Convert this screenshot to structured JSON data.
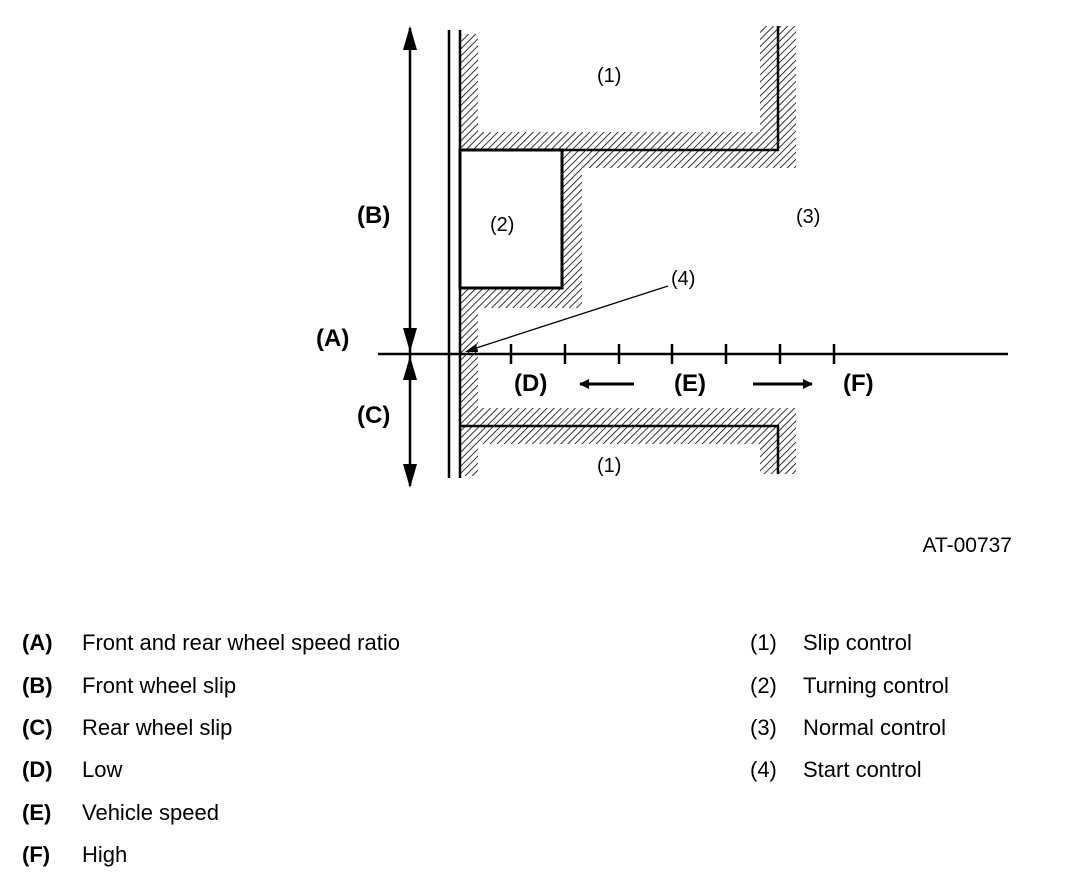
{
  "figure_id": "AT-00737",
  "axis_labels": {
    "A": "(A)",
    "B": "(B)",
    "C": "(C)",
    "D": "(D)",
    "E": "(E)",
    "F": "(F)"
  },
  "region_labels": {
    "r1_top": "(1)",
    "r1_bottom": "(1)",
    "r2": "(2)",
    "r3": "(3)",
    "r4": "(4)"
  },
  "legend_letters": [
    {
      "key": "(A)",
      "text": "Front and rear wheel speed ratio"
    },
    {
      "key": "(B)",
      "text": "Front wheel slip"
    },
    {
      "key": "(C)",
      "text": "Rear wheel slip"
    },
    {
      "key": "(D)",
      "text": "Low"
    },
    {
      "key": "(E)",
      "text": "Vehicle speed"
    },
    {
      "key": "(F)",
      "text": "High"
    }
  ],
  "legend_numbers": [
    {
      "key": "(1)",
      "text": "Slip control"
    },
    {
      "key": "(2)",
      "text": "Turning control"
    },
    {
      "key": "(3)",
      "text": "Normal control"
    },
    {
      "key": "(4)",
      "text": "Start control"
    }
  ]
}
